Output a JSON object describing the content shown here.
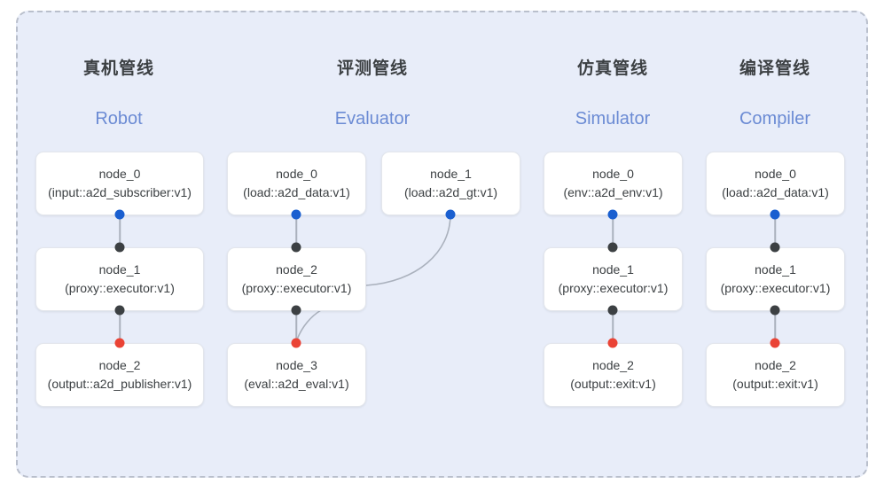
{
  "diagram": {
    "background_color": "#e8edf9",
    "border_color": "#b9bfcc",
    "dot_colors": {
      "source": "#1a5fd0",
      "middle": "#3c4043",
      "sink": "#ea4335"
    },
    "title_cn_color": "#3c4043",
    "title_en_color": "#6b8bd4",
    "columns": [
      {
        "id": "robot",
        "title_cn": "真机管线",
        "title_en": "Robot",
        "nodes": [
          {
            "name": "node_0",
            "type": "(input::a2d_subscriber:v1)"
          },
          {
            "name": "node_1",
            "type": "(proxy::executor:v1)"
          },
          {
            "name": "node_2",
            "type": "(output::a2d_publisher:v1)"
          }
        ]
      },
      {
        "id": "evaluator",
        "title_cn": "评测管线",
        "title_en": "Evaluator",
        "nodes": [
          {
            "name": "node_0",
            "type": "(load::a2d_data:v1)"
          },
          {
            "name": "node_1",
            "type": "(load::a2d_gt:v1)"
          },
          {
            "name": "node_2",
            "type": "(proxy::executor:v1)"
          },
          {
            "name": "node_3",
            "type": "(eval::a2d_eval:v1)"
          }
        ]
      },
      {
        "id": "simulator",
        "title_cn": "仿真管线",
        "title_en": "Simulator",
        "nodes": [
          {
            "name": "node_0",
            "type": "(env::a2d_env:v1)"
          },
          {
            "name": "node_1",
            "type": "(proxy::executor:v1)"
          },
          {
            "name": "node_2",
            "type": "(output::exit:v1)"
          }
        ]
      },
      {
        "id": "compiler",
        "title_cn": "编译管线",
        "title_en": "Compiler",
        "nodes": [
          {
            "name": "node_0",
            "type": "(load::a2d_data:v1)"
          },
          {
            "name": "node_1",
            "type": "(proxy::executor:v1)"
          },
          {
            "name": "node_2",
            "type": "(output::exit:v1)"
          }
        ]
      }
    ]
  }
}
